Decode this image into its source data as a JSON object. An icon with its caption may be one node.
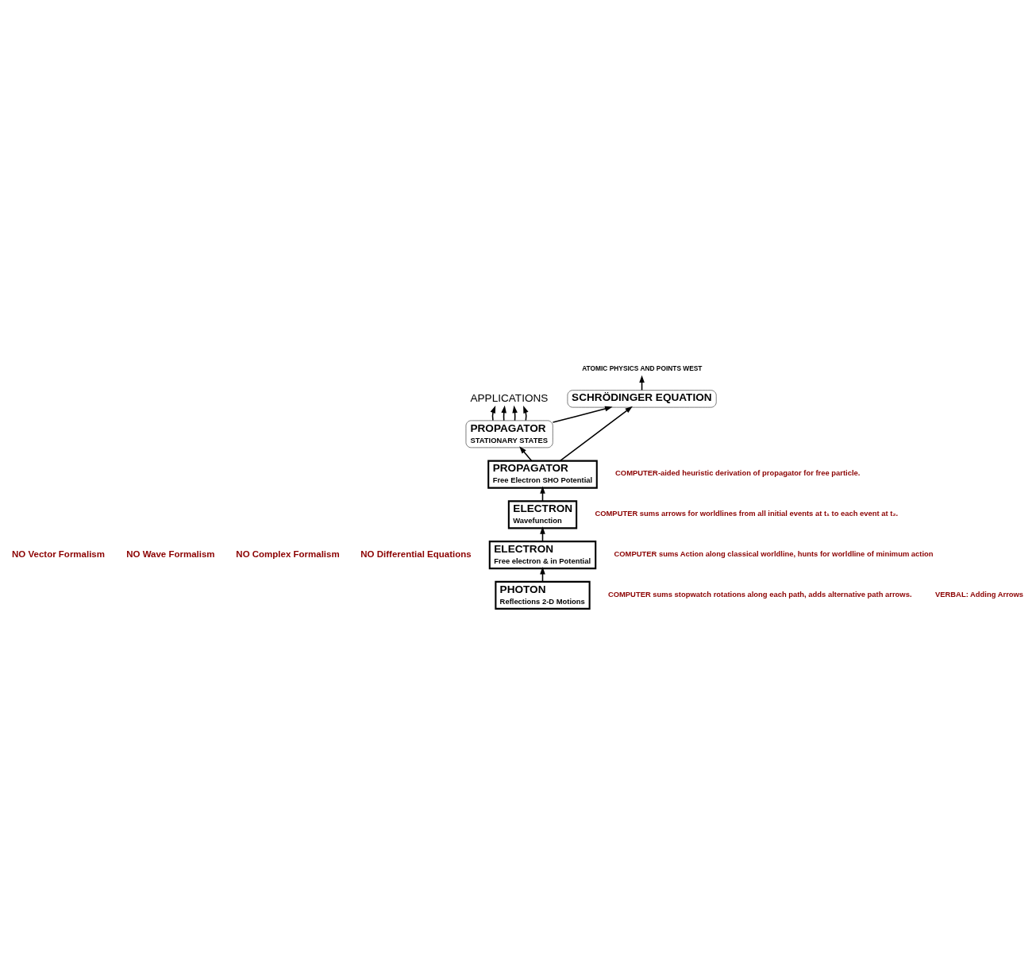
{
  "diagram": {
    "nodes": [
      {
        "text": [
          "APPLICATIONS"
        ]
      },
      {
        "text": [
          "PROPAGATOR",
          "STATIONARY STATES"
        ]
      },
      {
        "text": [
          "ATOMIC PHYSICS AND POINTS WEST"
        ]
      },
      {
        "text": [
          "SCHRÖDINGER EQUATION"
        ]
      },
      {
        "text": [
          "PROPAGATOR",
          "Free Electron SHO Potential"
        ],
        "beside": [
          "COMPUTER-aided heuristic derivation of propagator for free particle."
        ]
      },
      {
        "text": [
          "ELECTRON",
          "Wavefunction"
        ],
        "beside": [
          "COMPUTER sums arrows for worldlines from all initial events at t₁ to each event at t₂."
        ]
      },
      {
        "text": [
          "ELECTRON",
          "Free electron & in Potential"
        ],
        "beside": [
          "COMPUTER sums Action along classical worldline, hunts for worldline of minimum action"
        ]
      },
      {
        "text": [
          "PHOTON",
          "Reflections 2-D Motions"
        ],
        "beside": [
          "COMPUTER sums stopwatch rotations along each path, adds alternative path arrows.",
          "VERBAL: Adding Arrows"
        ]
      }
    ],
    "edges": [
      {
        "from": 1,
        "to": 0,
        "arrow": "to"
      },
      {
        "from": 1,
        "to": 0,
        "arrow": "to"
      },
      {
        "from": 1,
        "to": 0,
        "arrow": "to"
      },
      {
        "from": 1,
        "to": 0,
        "arrow": "to"
      },
      {
        "from": 3,
        "to": 2,
        "arrow": "to"
      },
      {
        "from": 1,
        "to": 3,
        "arrow": "to"
      },
      {
        "from": 4,
        "to": 3,
        "arrow": "to"
      },
      {
        "from": 4,
        "to": 1,
        "arrow": "to"
      },
      {
        "from": 5,
        "to": 4,
        "arrow": "to"
      },
      {
        "from": 6,
        "to": 5,
        "arrow": "to"
      },
      {
        "from": 7,
        "to": 6,
        "arrow": "to"
      }
    ],
    "labels": [
      "NO Vector Formalism",
      "NO Wave Formalism",
      "NO Complex Formalism",
      "NO Differential Equations"
    ]
  }
}
